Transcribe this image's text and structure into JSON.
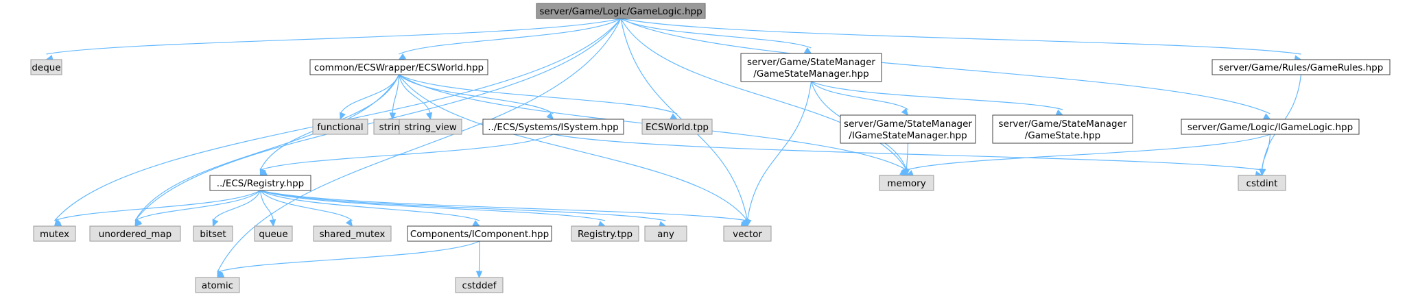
{
  "diagram": {
    "type": "include-dependency-graph",
    "colors": {
      "root_fill": "#999999",
      "root_stroke": "#666666",
      "header_fill": "#ffffff",
      "header_stroke": "#404040",
      "system_fill": "#e0e0e0",
      "system_stroke": "#999999",
      "edge": "#63b8ff"
    },
    "nodes": [
      {
        "id": "gamelogic",
        "kind": "root",
        "lines": [
          "server/Game/Logic/GameLogic.hpp"
        ]
      },
      {
        "id": "deque",
        "kind": "system",
        "lines": [
          "deque"
        ]
      },
      {
        "id": "ecsworld",
        "kind": "header",
        "lines": [
          "common/ECSWrapper/ECSWorld.hpp"
        ]
      },
      {
        "id": "gsm",
        "kind": "header",
        "lines": [
          "server/Game/StateManager",
          "/GameStateManager.hpp"
        ]
      },
      {
        "id": "gamerules",
        "kind": "header",
        "lines": [
          "server/Game/Rules/GameRules.hpp"
        ]
      },
      {
        "id": "functional",
        "kind": "system",
        "lines": [
          "functional"
        ]
      },
      {
        "id": "string",
        "kind": "system",
        "lines": [
          "string"
        ]
      },
      {
        "id": "string_view",
        "kind": "system",
        "lines": [
          "string_view"
        ]
      },
      {
        "id": "isystem",
        "kind": "header",
        "lines": [
          "../ECS/Systems/ISystem.hpp"
        ]
      },
      {
        "id": "ecsworldtpp",
        "kind": "system",
        "lines": [
          "ECSWorld.tpp"
        ]
      },
      {
        "id": "igsm",
        "kind": "header",
        "lines": [
          "server/Game/StateManager",
          "/IGameStateManager.hpp"
        ]
      },
      {
        "id": "gamestate",
        "kind": "header",
        "lines": [
          "server/Game/StateManager",
          "/GameState.hpp"
        ]
      },
      {
        "id": "igamelogic",
        "kind": "header",
        "lines": [
          "server/Game/Logic/IGameLogic.hpp"
        ]
      },
      {
        "id": "registry",
        "kind": "header",
        "lines": [
          "../ECS/Registry.hpp"
        ]
      },
      {
        "id": "memory",
        "kind": "system",
        "lines": [
          "memory"
        ]
      },
      {
        "id": "cstdint",
        "kind": "system",
        "lines": [
          "cstdint"
        ]
      },
      {
        "id": "mutex",
        "kind": "system",
        "lines": [
          "mutex"
        ]
      },
      {
        "id": "unordered_map",
        "kind": "system",
        "lines": [
          "unordered_map"
        ]
      },
      {
        "id": "bitset",
        "kind": "system",
        "lines": [
          "bitset"
        ]
      },
      {
        "id": "queue",
        "kind": "system",
        "lines": [
          "queue"
        ]
      },
      {
        "id": "shared_mutex",
        "kind": "system",
        "lines": [
          "shared_mutex"
        ]
      },
      {
        "id": "icomponent",
        "kind": "header",
        "lines": [
          "Components/IComponent.hpp"
        ]
      },
      {
        "id": "registrytpp",
        "kind": "system",
        "lines": [
          "Registry.tpp"
        ]
      },
      {
        "id": "any",
        "kind": "system",
        "lines": [
          "any"
        ]
      },
      {
        "id": "vector",
        "kind": "system",
        "lines": [
          "vector"
        ]
      },
      {
        "id": "atomic",
        "kind": "system",
        "lines": [
          "atomic"
        ]
      },
      {
        "id": "cstddef",
        "kind": "system",
        "lines": [
          "cstddef"
        ]
      }
    ],
    "edges": [
      [
        "gamelogic",
        "deque"
      ],
      [
        "gamelogic",
        "ecsworld"
      ],
      [
        "gamelogic",
        "gsm"
      ],
      [
        "gamelogic",
        "gamerules"
      ],
      [
        "gamelogic",
        "igamelogic"
      ],
      [
        "gamelogic",
        "memory"
      ],
      [
        "gamelogic",
        "mutex"
      ],
      [
        "gamelogic",
        "unordered_map"
      ],
      [
        "gamelogic",
        "vector"
      ],
      [
        "gamelogic",
        "atomic"
      ],
      [
        "ecsworld",
        "functional"
      ],
      [
        "ecsworld",
        "string"
      ],
      [
        "ecsworld",
        "string_view"
      ],
      [
        "ecsworld",
        "isystem"
      ],
      [
        "ecsworld",
        "ecsworldtpp"
      ],
      [
        "ecsworld",
        "registry"
      ],
      [
        "ecsworld",
        "memory"
      ],
      [
        "ecsworld",
        "unordered_map"
      ],
      [
        "ecsworld",
        "vector"
      ],
      [
        "isystem",
        "registry"
      ],
      [
        "isystem",
        "cstdint"
      ],
      [
        "gsm",
        "igsm"
      ],
      [
        "gsm",
        "gamestate"
      ],
      [
        "gsm",
        "memory"
      ],
      [
        "gsm",
        "vector"
      ],
      [
        "igsm",
        "memory"
      ],
      [
        "gamerules",
        "cstdint"
      ],
      [
        "igamelogic",
        "cstdint"
      ],
      [
        "igamelogic",
        "memory"
      ],
      [
        "registry",
        "mutex"
      ],
      [
        "registry",
        "unordered_map"
      ],
      [
        "registry",
        "bitset"
      ],
      [
        "registry",
        "queue"
      ],
      [
        "registry",
        "shared_mutex"
      ],
      [
        "registry",
        "icomponent"
      ],
      [
        "registry",
        "registrytpp"
      ],
      [
        "registry",
        "any"
      ],
      [
        "registry",
        "vector"
      ],
      [
        "icomponent",
        "atomic"
      ],
      [
        "icomponent",
        "cstddef"
      ]
    ]
  }
}
